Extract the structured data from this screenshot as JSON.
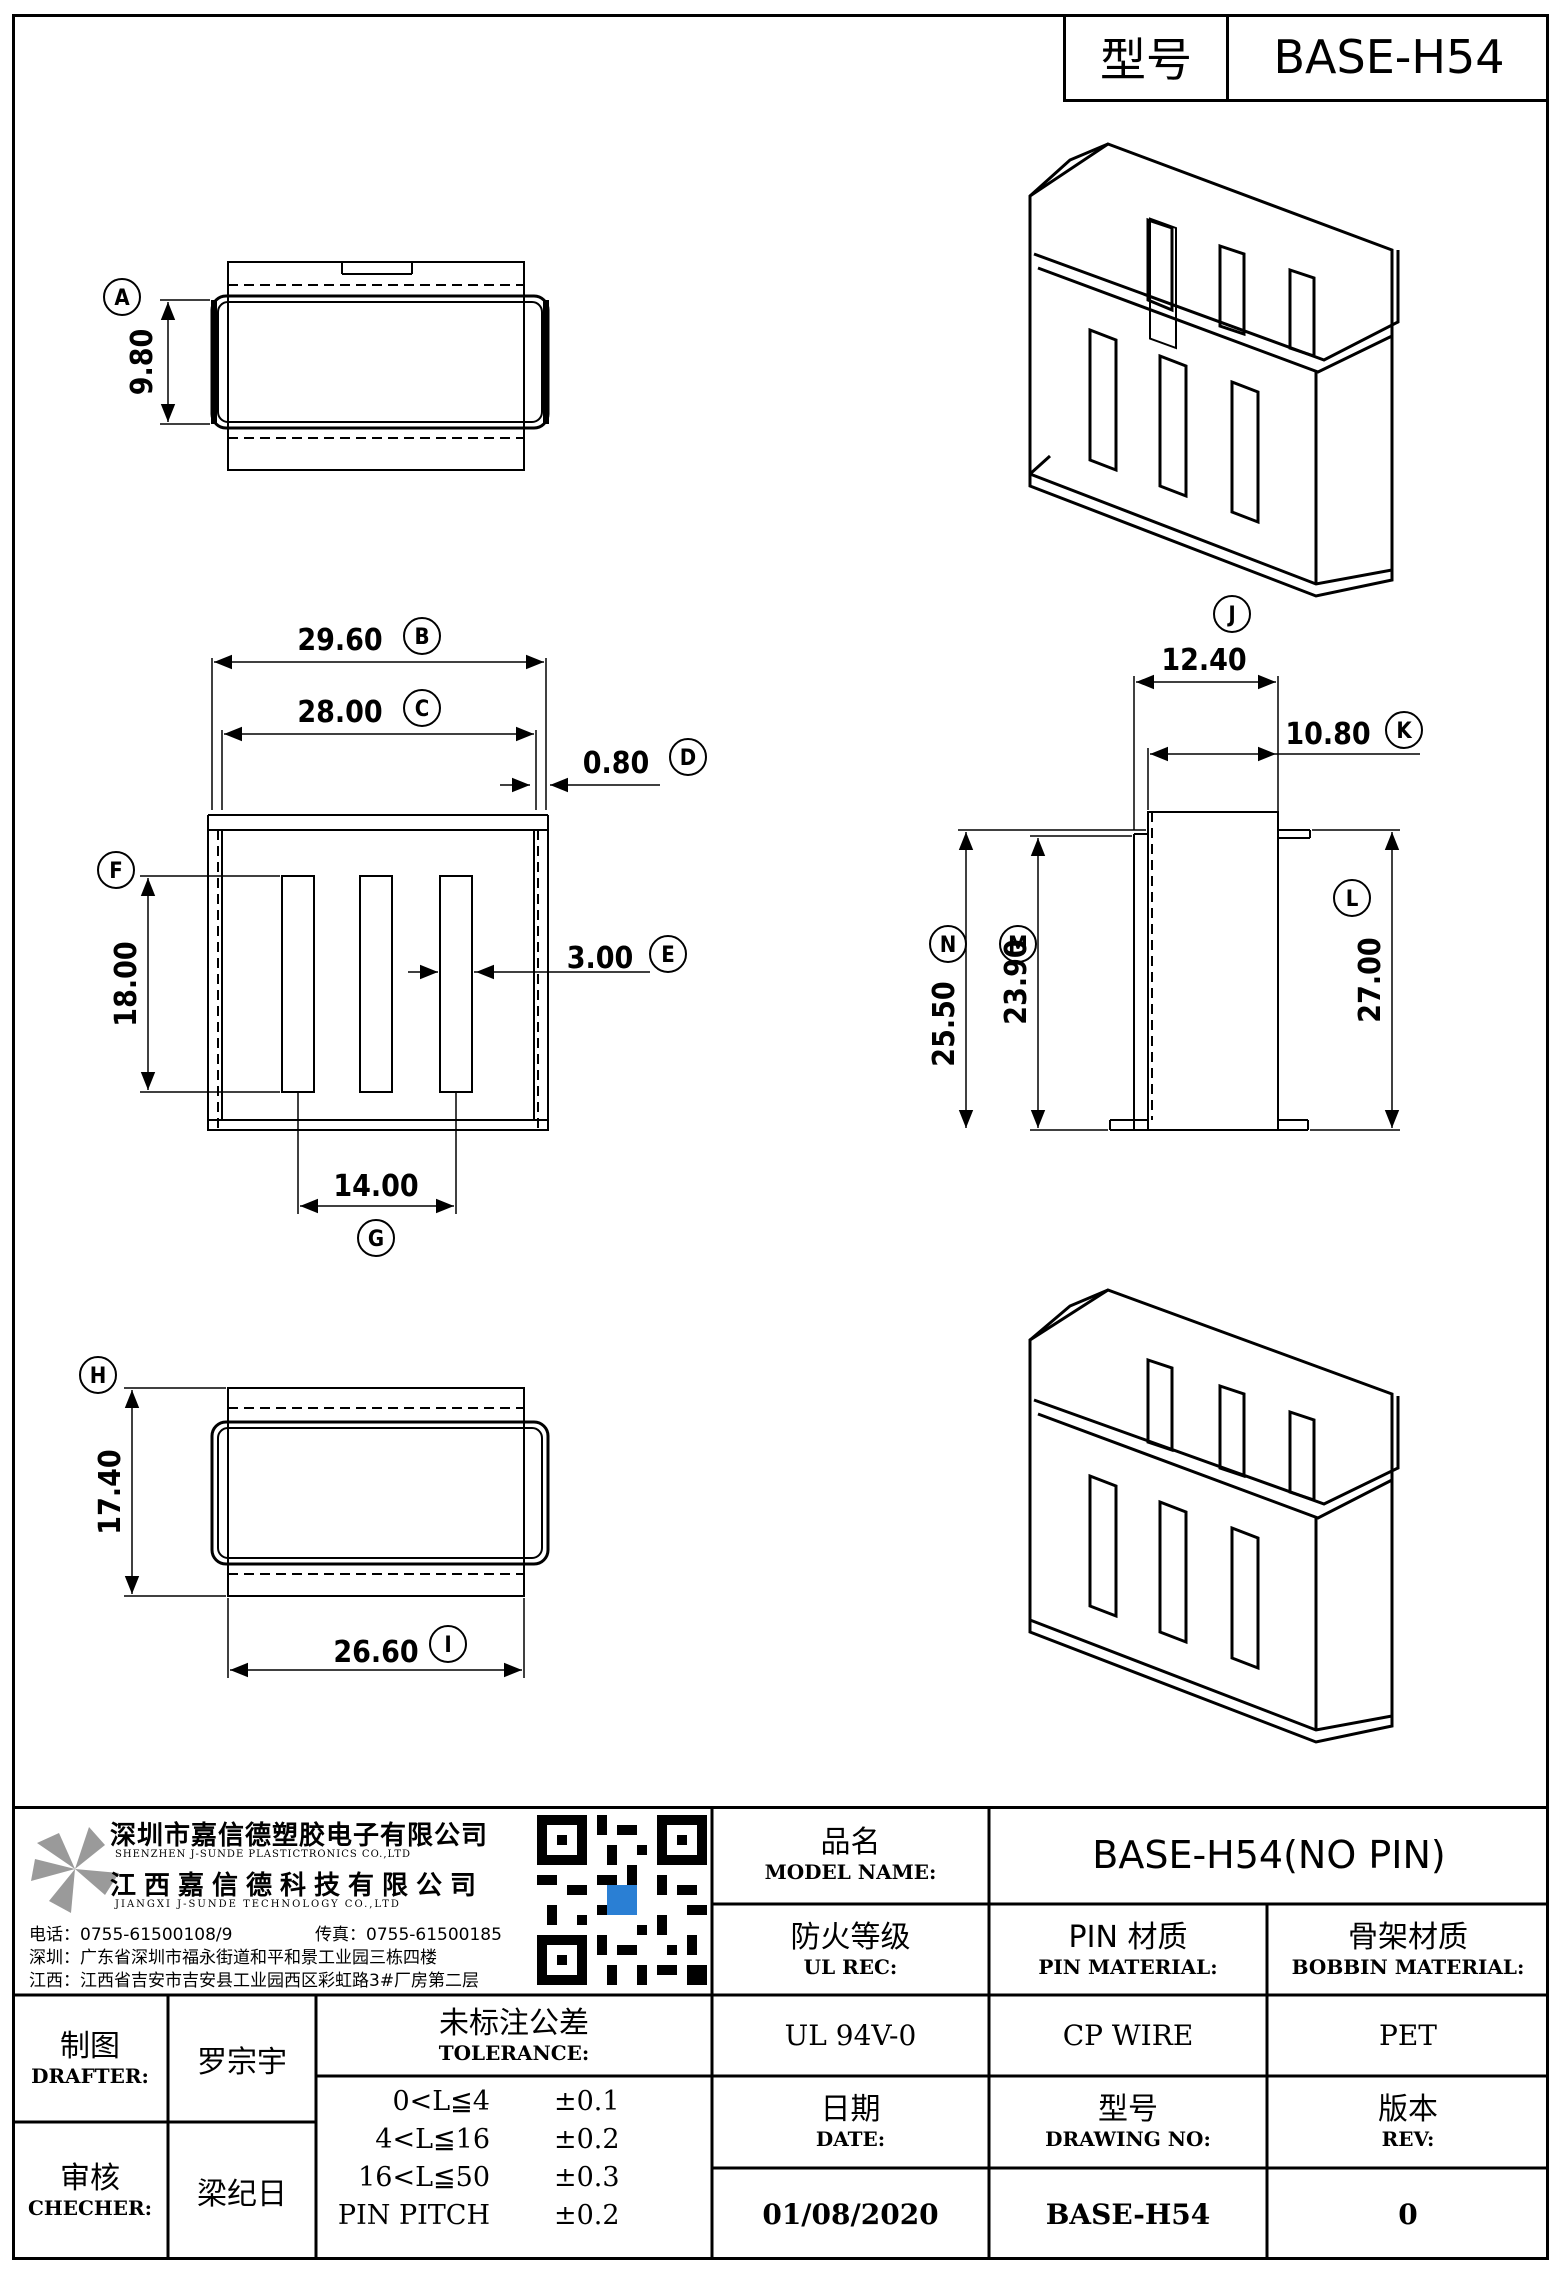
{
  "header": {
    "model_label": "型号",
    "model_value": "BASE-H54"
  },
  "dims": {
    "A": "9.80",
    "B": "29.60",
    "C": "28.00",
    "D": "0.80",
    "E": "3.00",
    "F": "18.00",
    "G": "14.00",
    "H": "17.40",
    "I": "26.60",
    "J": "12.40",
    "K": "10.80",
    "L": "27.00",
    "M": "23.90",
    "N": "25.50"
  },
  "letters": {
    "A": "A",
    "B": "B",
    "C": "C",
    "D": "D",
    "E": "E",
    "F": "F",
    "G": "G",
    "H": "H",
    "I": "I",
    "J": "J",
    "K": "K",
    "L": "L",
    "M": "M",
    "N": "N"
  },
  "company": {
    "name_sz": "深圳市嘉信德塑胶电子有限公司",
    "name_sz_en": "SHENZHEN J-SUNDE PLASTICTRONICS CO.,LTD",
    "name_jx": "江西嘉信德科技有限公司",
    "name_jx_en": "JIANGXI J-SUNDE TECHNOLOGY CO.,LTD",
    "phone": "电话：0755-61500108/9",
    "fax": "传真：0755-61500185",
    "addr_sz": "深圳：广东省深圳市福永街道和平和景工业园三栋四楼",
    "addr_jx": "江西：江西省吉安市吉安县工业园西区彩虹路3#厂房第二层"
  },
  "titleblock": {
    "model_name_cn": "品名",
    "model_name_en": "MODEL NAME:",
    "model_name_value": "BASE-H54(NO PIN)",
    "ul_cn": "防火等级",
    "ul_en": "UL REC:",
    "ul_value": "UL 94V-0",
    "pin_cn": "PIN 材质",
    "pin_en": "PIN MATERIAL:",
    "pin_value": "CP WIRE",
    "bobbin_cn": "骨架材质",
    "bobbin_en": "BOBBIN MATERIAL:",
    "bobbin_value": "PET",
    "drafter_cn": "制图",
    "drafter_en": "DRAFTER:",
    "drafter_value": "罗宗宇",
    "checker_cn": "审核",
    "checker_en": "CHECHER:",
    "checker_value": "梁纪日",
    "tol_cn": "未标注公差",
    "tol_en": "TOLERANCE:",
    "tol_rows": [
      {
        "range": "0<L≦4",
        "value": "±0.1"
      },
      {
        "range": "4<L≦16",
        "value": "±0.2"
      },
      {
        "range": "16<L≦50",
        "value": "±0.3"
      },
      {
        "range": "PIN PITCH",
        "value": "±0.2"
      }
    ],
    "date_cn": "日期",
    "date_en": "DATE:",
    "date_value": "01/08/2020",
    "drawno_cn": "型号",
    "drawno_en": "DRAWING NO:",
    "drawno_value": "BASE-H54",
    "rev_cn": "版本",
    "rev_en": "REV:",
    "rev_value": "0"
  }
}
